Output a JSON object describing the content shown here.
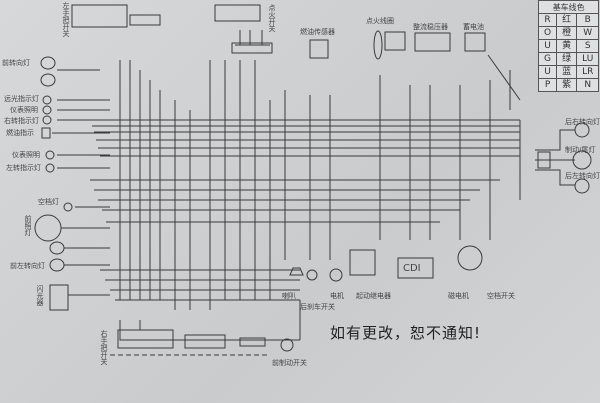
{
  "legend": {
    "title": "基车线色",
    "rows": [
      {
        "code": "R",
        "color": "红",
        "code2": "B"
      },
      {
        "code": "O",
        "color": "橙",
        "code2": "W"
      },
      {
        "code": "U",
        "color": "黄",
        "code2": "S"
      },
      {
        "code": "G",
        "color": "绿",
        "code2": "LU"
      },
      {
        "code": "U",
        "color": "蓝",
        "code2": "LR"
      },
      {
        "code": "P",
        "color": "紫",
        "code2": "N"
      }
    ]
  },
  "components": {
    "left_handlebar_switch": "左手把开关",
    "ignition_switch": "点火开关",
    "front_turn_light": "前转向灯",
    "high_beam_indicator": "远光指示灯",
    "meter_light_1": "仪表照明",
    "right_turn_indicator": "右转指示灯",
    "fuel_indicator": "燃油指示",
    "meter_light_2": "仪表照明",
    "left_turn_indicator": "左转指示灯",
    "neutral_light": "空档灯",
    "headlight": "前照灯",
    "front_left_turn_light": "前左转向灯",
    "flasher": "闪光器",
    "fuel_sensor": "燃油传感器",
    "ignition_coil": "点火线圈",
    "rectifier": "整流稳压器",
    "battery": "蓄电池",
    "horn": "喇叭",
    "rear_brake_switch": "后刹车开关",
    "motor": "电机",
    "starter_relay": "起动继电器",
    "cdi": "CDI",
    "magneto": "磁电机",
    "neutral_switch": "空档开关",
    "rear_right_turn": "后右转向灯",
    "brake_tail_light": "制动/尾灯",
    "rear_left_turn": "后左转向灯",
    "right_handlebar_switch": "右手把开关",
    "front_brake_switch": "前制动开关"
  },
  "notice": "如有更改，恕不通知!"
}
